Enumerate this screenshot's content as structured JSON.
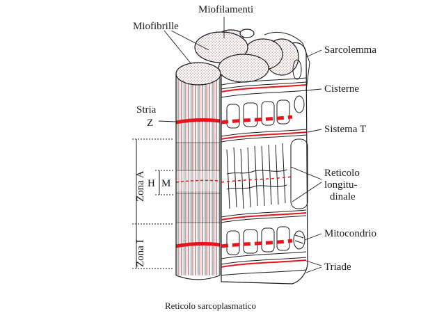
{
  "labels": {
    "miofilamenti": "Miofilamenti",
    "miofibrille": "Miofibrille",
    "sarcolemma": "Sarcolemma",
    "cisterne": "Cisterne",
    "stria": "Stria",
    "z": "Z",
    "sistema_t": "Sistema T",
    "zona_a": "Zona A",
    "h": "H",
    "m": "M",
    "reticolo_1": "Reticolo",
    "reticolo_2": "longitu-",
    "reticolo_3": "dinale",
    "zona_i": "Zona I",
    "mitocondrio": "Mitocondrio",
    "triade": "Triade"
  },
  "caption": "Reticolo sarcoplasmatico",
  "colors": {
    "ink": "#1a1a1a",
    "accent_red": "#e8141c",
    "stipple": "#c42a35",
    "paper": "#ffffff"
  }
}
